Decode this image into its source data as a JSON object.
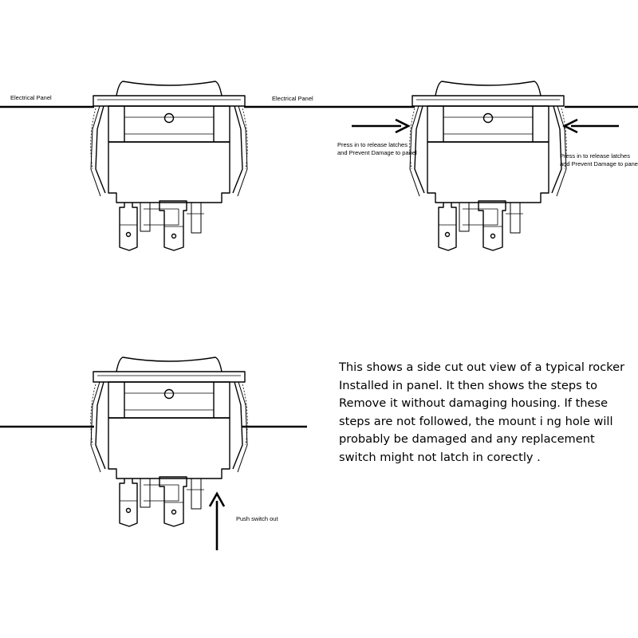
{
  "labels": {
    "panel_left": "Electrical Panel",
    "panel_right": "Electrical Panel",
    "press_left_1": "Press in to release latches",
    "press_left_2": "and Prevent Damage to panel",
    "press_right_1": "Press in to release latches",
    "press_right_2": "and Prevent Damage to panel",
    "push_out": "Push switch out"
  },
  "description": [
    "This shows a side cut out view of a typical rocker",
    "Installed in panel. It then shows the steps to",
    "Remove it without damaging housing.  If these",
    "steps are not followed, the mount i ng hole will",
    "probably be damaged and any replacement",
    "switch    might not latch in corectly ."
  ]
}
